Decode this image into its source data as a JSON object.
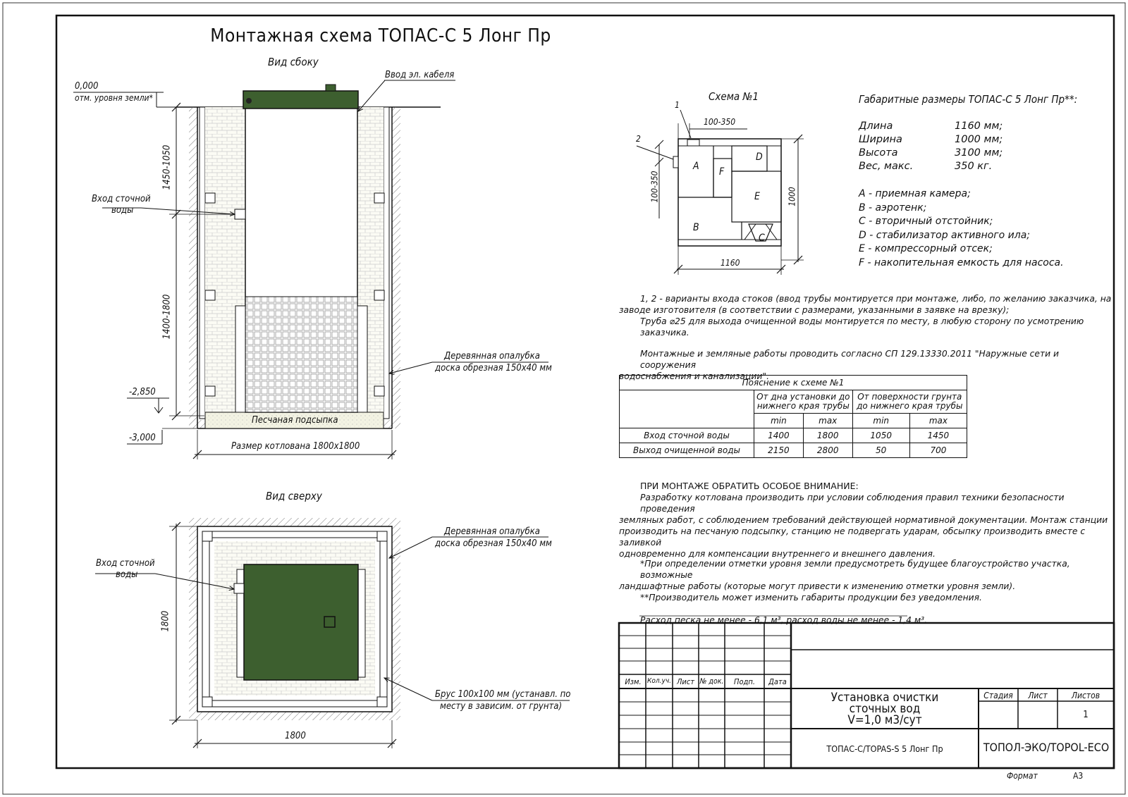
{
  "title": "Монтажная схема ТОПАС-С 5 Лонг Пр",
  "side_view": {
    "title": "Вид сбоку",
    "ground_mark": "0,000",
    "ground_mark_note": "отм. уровня земли*",
    "cable_inlet": "Ввод эл. кабеля",
    "inlet_label_1": "Вход сточной",
    "inlet_label_2": "воды",
    "dim_top": "1450-1050",
    "dim_mid": "1400-1800",
    "mark_2850": "-2,850",
    "mark_3000": "-3,000",
    "formwork_1": "Деревянная опалубка",
    "formwork_2": "доска обрезная 150х40 мм",
    "sand": "Песчаная подсыпка",
    "pit_size": "Размер котлована 1800х1800"
  },
  "top_view": {
    "title": "Вид сверху",
    "inlet_label_1": "Вход сточной",
    "inlet_label_2": "воды",
    "formwork_1": "Деревянная опалубка",
    "formwork_2": "доска обрезная 150х40 мм",
    "beam_1": "Брус 100х100 мм (устанавл. по",
    "beam_2": "месту в зависим. от грунта)",
    "dim_h": "1800",
    "dim_v": "1800"
  },
  "scheme": {
    "title": "Схема №1",
    "n1": "1",
    "n2": "2",
    "dim_top": "100-350",
    "dim_left": "100-350",
    "dim_right": "1000",
    "dim_bottom": "1160",
    "zone_a": "A",
    "zone_b": "B",
    "zone_c": "C",
    "zone_d": "D",
    "zone_e": "E",
    "zone_f": "F"
  },
  "dimensions": {
    "title": "Габаритные размеры ТОПАС-С 5 Лонг Пр**:",
    "rows": [
      {
        "k": "Длина",
        "v": "1160 мм;"
      },
      {
        "k": "Ширина",
        "v": "1000 мм;"
      },
      {
        "k": "Высота",
        "v": "3100 мм;"
      },
      {
        "k": "Вес, макс.",
        "v": "350 кг."
      }
    ]
  },
  "legend": [
    "А - приемная камера;",
    "В - аэротенк;",
    "С - вторичный отстойник;",
    "D - стабилизатор активного ила;",
    "Е - компрессорный отсек;",
    "F - накопительная емкость для насоса."
  ],
  "notes": {
    "n1": "1, 2 - варианты входа  стоков (ввод трубы монтируется при монтаже, либо, по желанию заказчика, на",
    "n1b": "заводе изготовителя (в соответствии с размерами, указанными в заявке на врезку);",
    "n2": "Труба ⌀25 для выхода очищенной воды монтируется по месту, в любую сторону по усмотрению заказчика.",
    "n3": "Монтажные и земляные работы проводить согласно СП 129.13330.2011 \"Наружные сети и сооружения",
    "n3b": "водоснабжения и канализации\"."
  },
  "table": {
    "title": "Пояснение к схеме №1",
    "col_a": "От дна установки до нижнего края трубы",
    "col_b": "От поверхности грунта до нижнего края трубы",
    "min": "min",
    "max": "max",
    "rows": [
      {
        "name": "Вход сточной воды",
        "a_min": "1400",
        "a_max": "1800",
        "b_min": "1050",
        "b_max": "1450"
      },
      {
        "name": "Выход очищенной воды",
        "a_min": "2150",
        "a_max": "2800",
        "b_min": "50",
        "b_max": "700"
      }
    ]
  },
  "attention": {
    "head": "ПРИ МОНТАЖЕ ОБРАТИТЬ ОСОБОЕ ВНИМАНИЕ:",
    "l1": "Разработку котлована производить при условии соблюдения правил техники безопасности проведения",
    "l2": "земляных работ, с соблюдением требований действующей нормативной документации. Монтаж станции",
    "l3": "производить на песчаную подсыпку, станцию не подвергать ударам, обсыпку производить вместе с заливкой",
    "l4": "одновременно для компенсации внутреннего и внешнего давления."
  },
  "footnotes": {
    "f1": "*При определении отметки уровня земли предусмотреть будущее благоустройство участка, возможные",
    "f1b": "ландшафтные работы (которые могут привести к изменению отметки уровня земли).",
    "f2": "**Производитель может изменить габариты продукции без уведомления.",
    "f3": "Расход песка не менее - 6,1 м³, расход воды не менее - 1,4 м³."
  },
  "stamp": {
    "h1": "Изм.",
    "h2": "Кол.уч.",
    "h3": "Лист",
    "h4": "№ док.",
    "h5": "Подп.",
    "h6": "Дата",
    "name_1": "Установка очистки",
    "name_2": "сточных вод",
    "name_3": "V=1,0 м3/сут",
    "stage": "Стадия",
    "sheet": "Лист",
    "sheets": "Листов",
    "sheets_val": "1",
    "product": "ТОПАС-С/TOPAS-S 5 Лонг Пр",
    "company": "ТОПОЛ-ЭКО/TOPOL-ECO",
    "format_label": "Формат",
    "format_val": "А3"
  },
  "colors": {
    "lid": "#3d5f2f",
    "sand": "#f1f1e2",
    "line": "#111111"
  }
}
